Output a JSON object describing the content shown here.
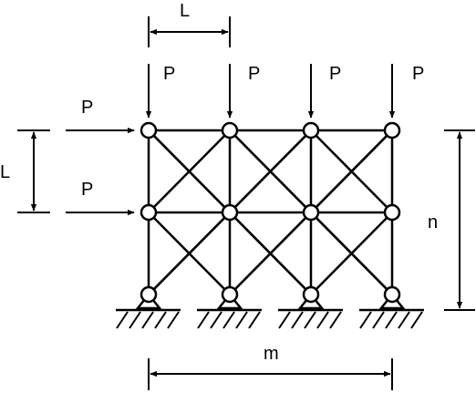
{
  "diagram": {
    "labels": {
      "member_length_top": "L",
      "member_length_side": "L",
      "height_label": "n",
      "width_label": "m"
    },
    "loads": {
      "vertical": [
        "P",
        "P",
        "P",
        "P"
      ],
      "horizontal": [
        "P",
        "P"
      ]
    },
    "colors": {
      "stroke": "#000000",
      "background": "#ffffff"
    }
  }
}
